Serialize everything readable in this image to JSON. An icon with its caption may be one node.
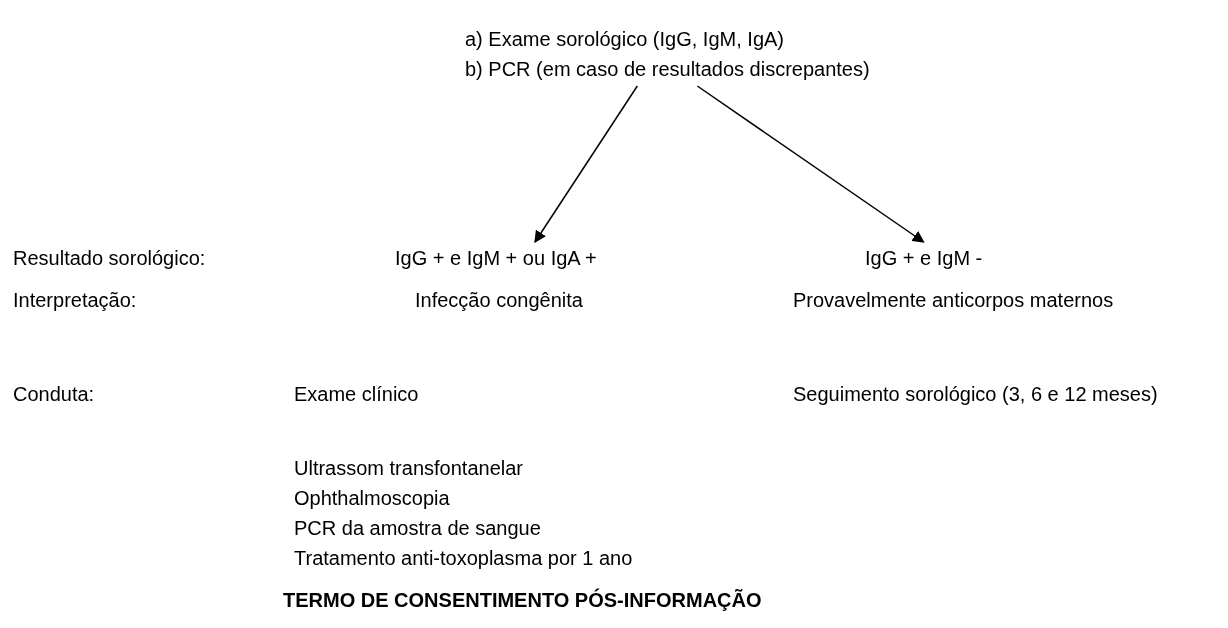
{
  "diagram": {
    "nodes": [
      {
        "text": [
          "a) Exame sorológico (IgG, IgM, IgA)",
          "b) PCR (em caso de resultados discrepantes)"
        ]
      },
      {
        "text": [
          "IgG + e IgM + ou IgA +"
        ]
      },
      {
        "text": [
          "IgG + e IgM -"
        ]
      }
    ],
    "edges": [
      {
        "from": 0,
        "to": 1,
        "arrow": "to"
      },
      {
        "from": 0,
        "to": 2,
        "arrow": "to"
      }
    ],
    "labels": [
      "Resultado sorológico:",
      "Interpretação:",
      "Infecção congênita",
      "Provavelmente anticorpos maternos",
      "Conduta:",
      "Exame clínico",
      "Seguimento sorológico (3, 6 e 12 meses)",
      "Ultrassom transfontanelar",
      "Ophthalmoscopia",
      "PCR da amostra de sangue",
      "Tratamento anti-toxoplasma por 1 ano",
      "TERMO DE CONSENTIMENTO PÓS-INFORMAÇÃO"
    ]
  }
}
